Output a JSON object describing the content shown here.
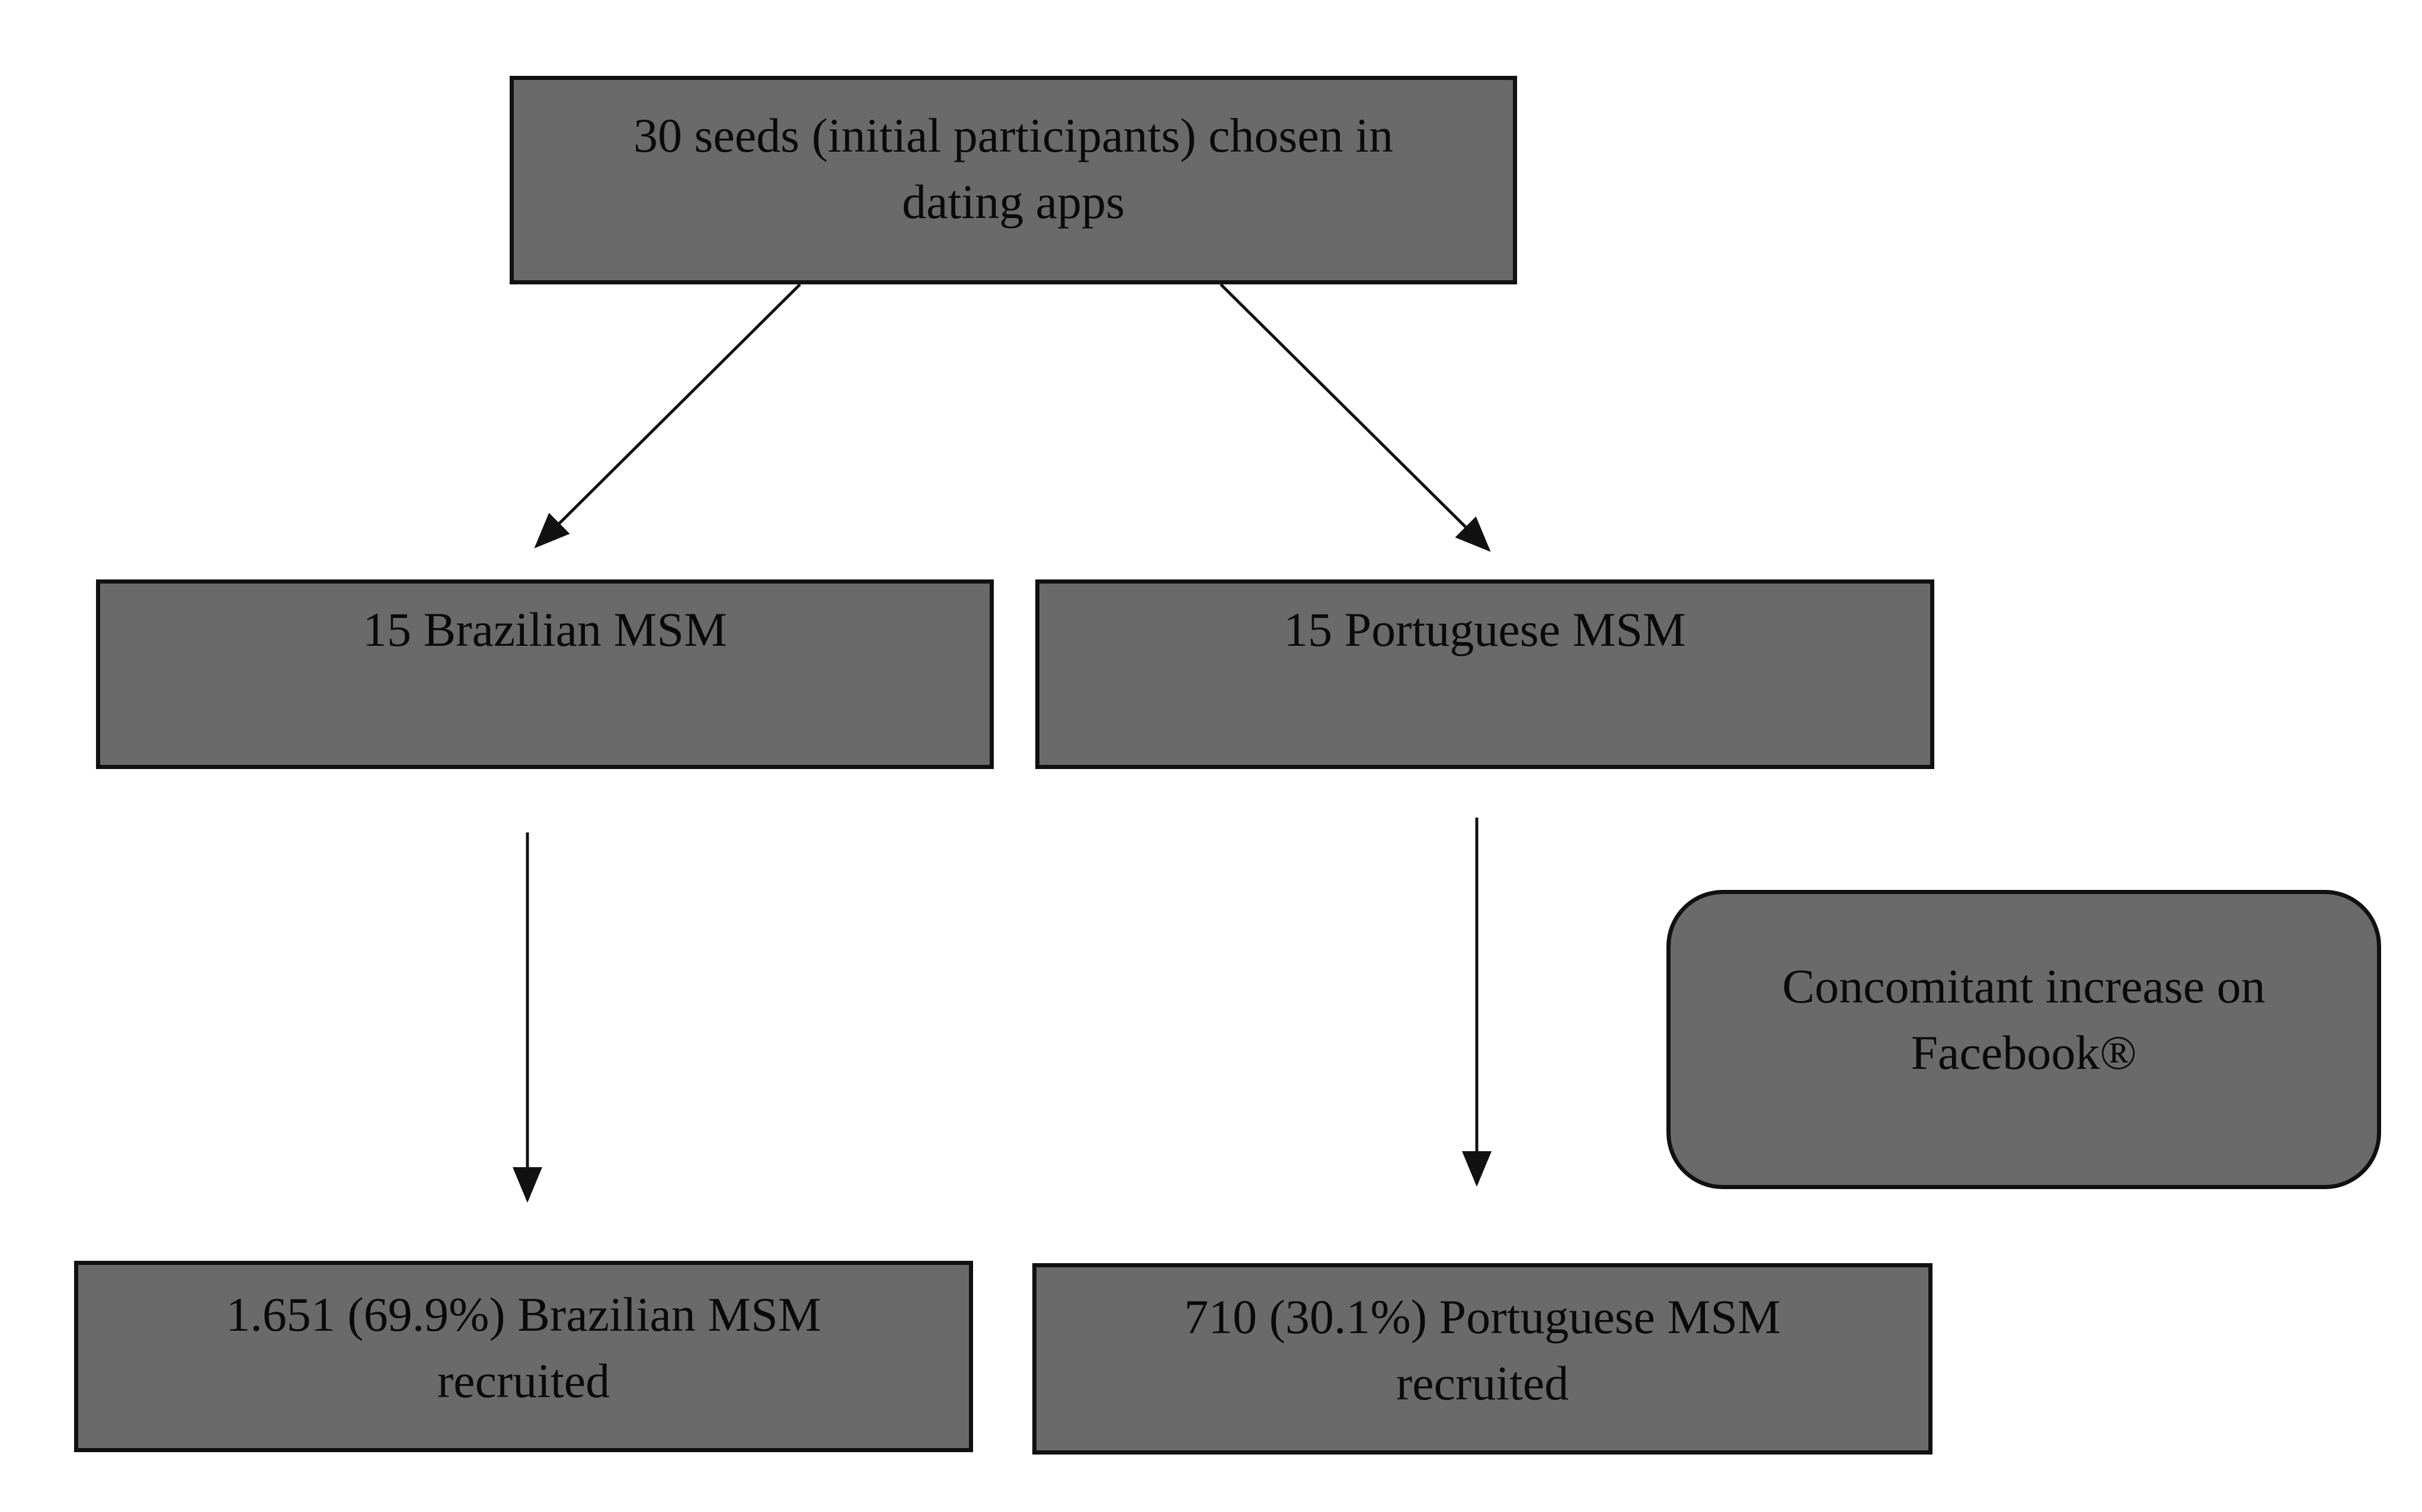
{
  "diagram": {
    "nodes": {
      "seeds": {
        "lines": [
          "30 seeds (initial participants) chosen in",
          "dating apps"
        ]
      },
      "brazilian_seeds": {
        "lines": [
          "15 Brazilian MSM"
        ]
      },
      "portuguese_seeds": {
        "lines": [
          "15 Portuguese MSM"
        ]
      },
      "brazilian_recruited": {
        "lines": [
          "1.651 (69.9%) Brazilian MSM",
          "recruited"
        ]
      },
      "portuguese_recruited": {
        "lines": [
          "710 (30.1%) Portuguese MSM",
          "recruited"
        ]
      },
      "facebook_note": {
        "lines": [
          "Concomitant increase on",
          "Facebook®"
        ]
      }
    },
    "edges": [
      {
        "from": "seeds",
        "to": "brazilian_seeds"
      },
      {
        "from": "seeds",
        "to": "portuguese_seeds"
      },
      {
        "from": "brazilian_seeds",
        "to": "brazilian_recruited"
      },
      {
        "from": "portuguese_seeds",
        "to": "portuguese_recruited"
      }
    ],
    "colors": {
      "box_fill": "#6a6a6a",
      "box_border": "#111111",
      "arrow": "#111111",
      "text": "#0a0a0a"
    }
  }
}
